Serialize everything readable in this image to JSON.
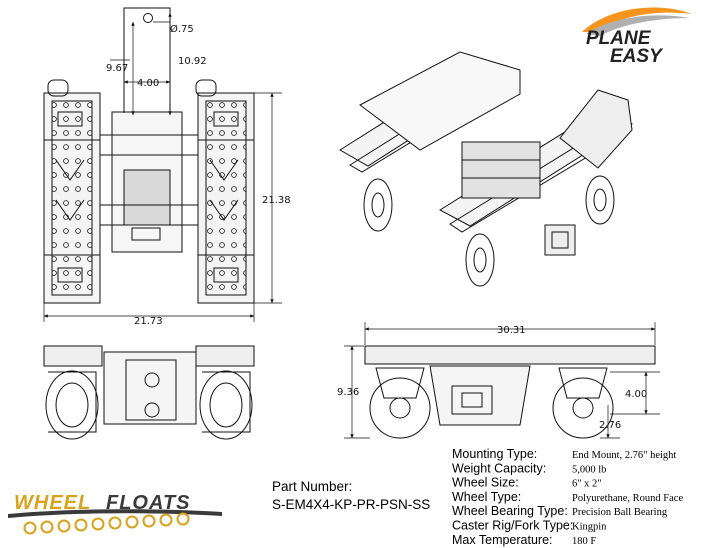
{
  "dimensions": {
    "pin_diameter": "Ø.75",
    "top_offset_left": "9.67",
    "top_offset_right": "10.92",
    "mount_width": "4.00",
    "overall_length": "21.38",
    "overall_width": "21.73",
    "side_length": "30.31",
    "side_height": "9.36",
    "mount_height": "4.00",
    "mount_low": "2.76"
  },
  "brand_top": {
    "line1": "PLANE",
    "line2": "EASY",
    "colors": {
      "swoosh": "#f7941d",
      "text": "#222222"
    }
  },
  "brand_bottom": {
    "line1": "WHEEL",
    "line2": "FLOATS",
    "colors": {
      "gold": "#d7a21c",
      "dark": "#3a3a3a"
    }
  },
  "part": {
    "label": "Part Number:",
    "value": "S-EM4X4-KP-PR-PSN-SS"
  },
  "specs": [
    {
      "label": "Mounting Type:",
      "value": "End Mount, 2.76\" height"
    },
    {
      "label": "Weight Capacity:",
      "value": "5,000 lb"
    },
    {
      "label": "Wheel Size:",
      "value": "6\" x 2\""
    },
    {
      "label": "Wheel Type:",
      "value": "Polyurethane, Round Face"
    },
    {
      "label": "Wheel Bearing Type:",
      "value": "Precision Ball Bearing"
    },
    {
      "label": "Caster Rig/Fork Type:",
      "value": "Kingpin"
    },
    {
      "label": "Max Temperature:",
      "value": "180 F"
    }
  ]
}
